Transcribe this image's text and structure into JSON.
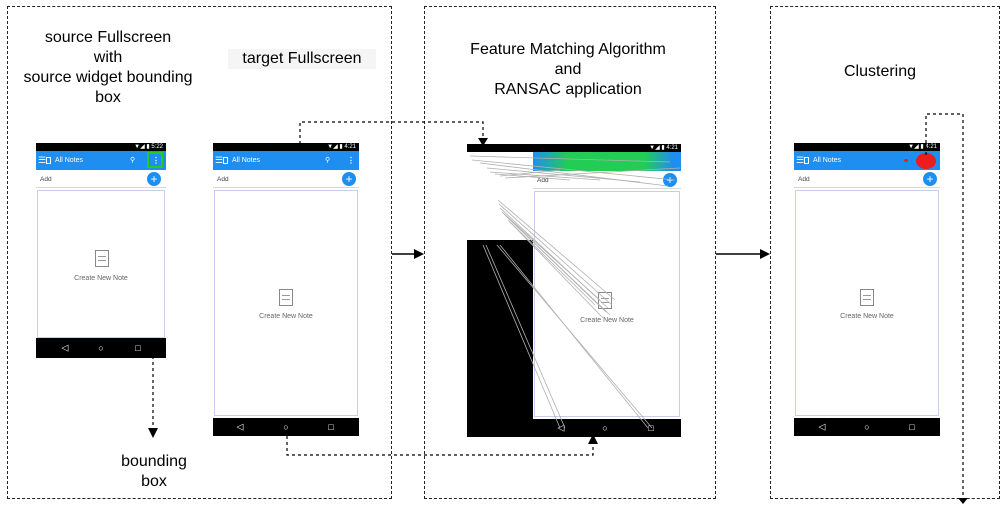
{
  "panels": {
    "source_caption": [
      "source Fullscreen",
      "with",
      "source widget  bounding",
      "box"
    ],
    "target_caption": "target Fullscreen",
    "matching_caption": [
      "Feature Matching Algorithm",
      "and",
      "RANSAC application"
    ],
    "clustering_caption": "Clustering",
    "bounding_box_caption": [
      "bounding",
      "box"
    ]
  },
  "phone": {
    "app_title": "All Notes",
    "add_placeholder": "Add",
    "add_button": "+",
    "empty_label": "Create New Note",
    "menu_glyph": "☰",
    "search_glyph": "⚲",
    "overflow_glyph": "⋮",
    "nav_back": "◁",
    "nav_home": "○",
    "nav_recent": "□",
    "status_source": "▼◢ ▮ 5:22",
    "status_target": "▼◢ ▮ 4:21"
  },
  "colors": {
    "appbar": "#1f8ef1",
    "highlight": "#22cc22",
    "cluster": "#ee1c1c",
    "match_lines": "#b0b0b0"
  }
}
